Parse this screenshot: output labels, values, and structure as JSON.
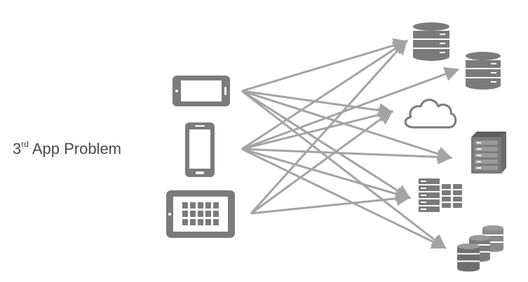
{
  "title": {
    "base": "3",
    "superscript": "rd",
    "text": "App Problem"
  },
  "colors": {
    "icon": "#7b7b7b",
    "arrow": "#a3a3a3",
    "background": "#ffffff"
  },
  "sources": [
    {
      "name": "smartphone-landscape-icon"
    },
    {
      "name": "smartphone-portrait-icon"
    },
    {
      "name": "tablet-icon"
    }
  ],
  "targets": [
    {
      "name": "database-icon-1"
    },
    {
      "name": "database-icon-2"
    },
    {
      "name": "cloud-icon"
    },
    {
      "name": "server-rack-icon"
    },
    {
      "name": "server-cluster-icon"
    },
    {
      "name": "database-cluster-icon"
    }
  ],
  "connections": [
    [
      0,
      0
    ],
    [
      0,
      2
    ],
    [
      0,
      3
    ],
    [
      0,
      4
    ],
    [
      0,
      5
    ],
    [
      1,
      0
    ],
    [
      1,
      1
    ],
    [
      1,
      2
    ],
    [
      1,
      3
    ],
    [
      1,
      4
    ],
    [
      1,
      5
    ],
    [
      2,
      0
    ],
    [
      2,
      2
    ],
    [
      2,
      4
    ]
  ]
}
